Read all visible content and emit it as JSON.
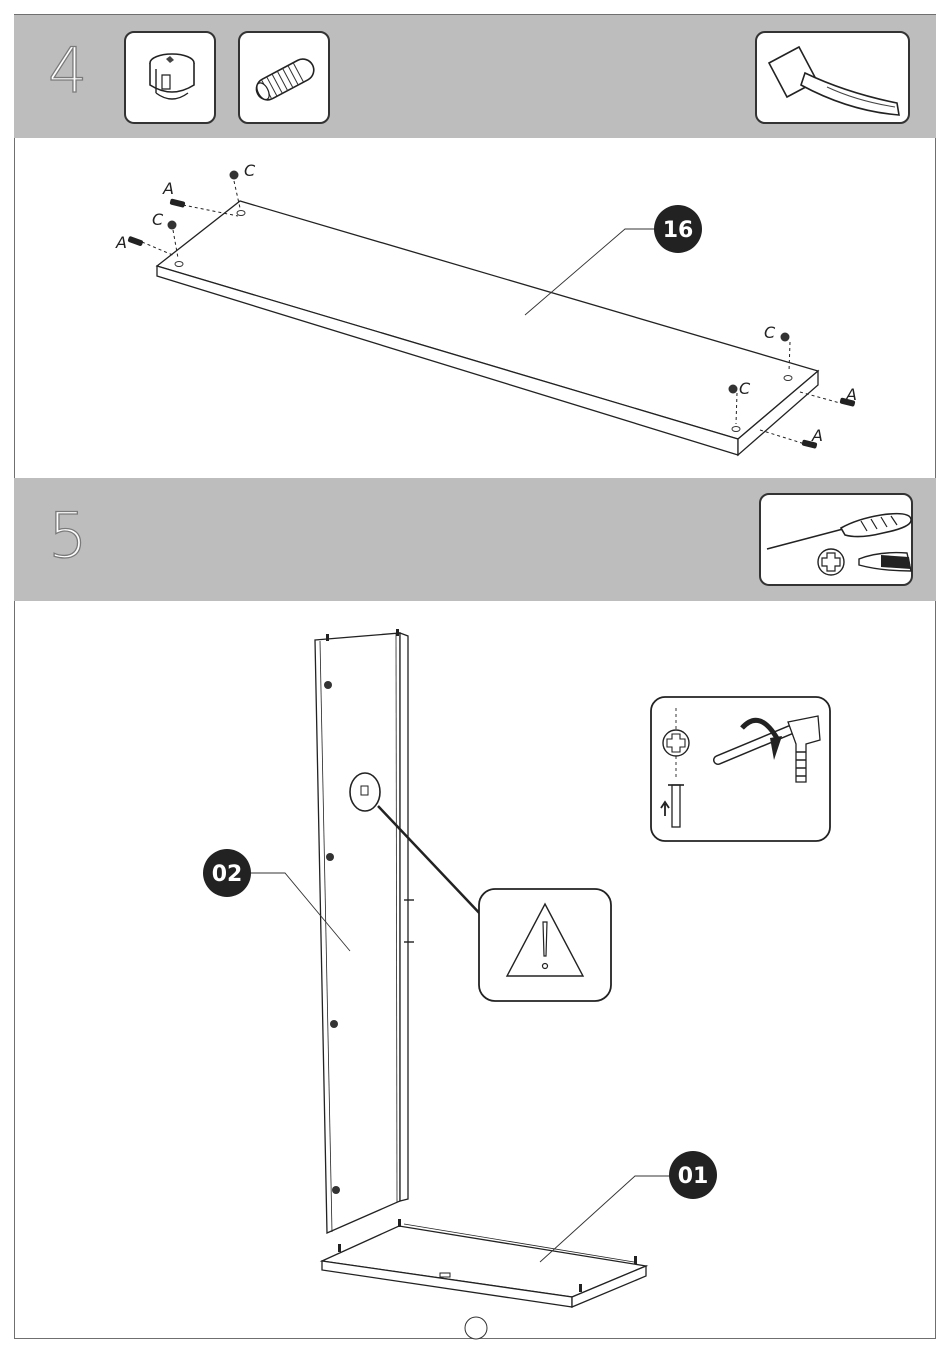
{
  "steps": [
    {
      "number": "4",
      "part": "16",
      "fitting_labels": [
        "A",
        "C",
        "A",
        "C",
        "C",
        "A",
        "C",
        "A"
      ]
    },
    {
      "number": "5",
      "parts": [
        "02",
        "01"
      ]
    }
  ],
  "colors": {
    "band": "#bdbdbd",
    "callout": "#222222",
    "line": "#333333"
  },
  "icons": {
    "step4_tools": [
      "cam-lock-icon",
      "wooden-dowel-icon",
      "hammer-icon"
    ],
    "step5_tools": [
      "screwdriver-icon",
      "phillips-head-icon",
      "flat-head-icon"
    ],
    "detail": "cam-lock-turn-detail-icon",
    "warning": "warning-triangle-icon"
  }
}
